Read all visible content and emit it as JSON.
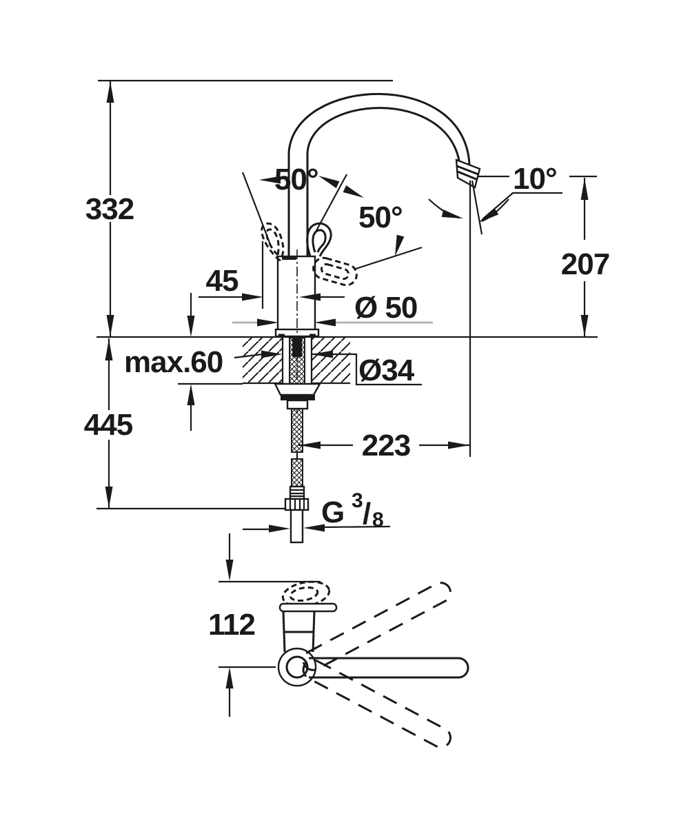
{
  "drawing": {
    "title": "faucet-dimension-drawing",
    "background": "#ffffff",
    "line_color": "#1a1a1a",
    "gray_line_color": "#b3b3b3",
    "dimensions": {
      "overall_height": "332",
      "height_below_top": "445",
      "max_mounting_thickness": "max.60",
      "hole_diameter": "Ø34",
      "base_diameter": "Ø 50",
      "handle_offset": "45",
      "handle_angle_left": "50°",
      "handle_angle_right": "50°",
      "spout_outlet_angle": "10°",
      "spout_outlet_height": "207",
      "spout_reach": "223",
      "top_view_depth": "112",
      "thread": {
        "main": "G",
        "sup": "3",
        "slash": "/",
        "sub": "8"
      }
    }
  }
}
